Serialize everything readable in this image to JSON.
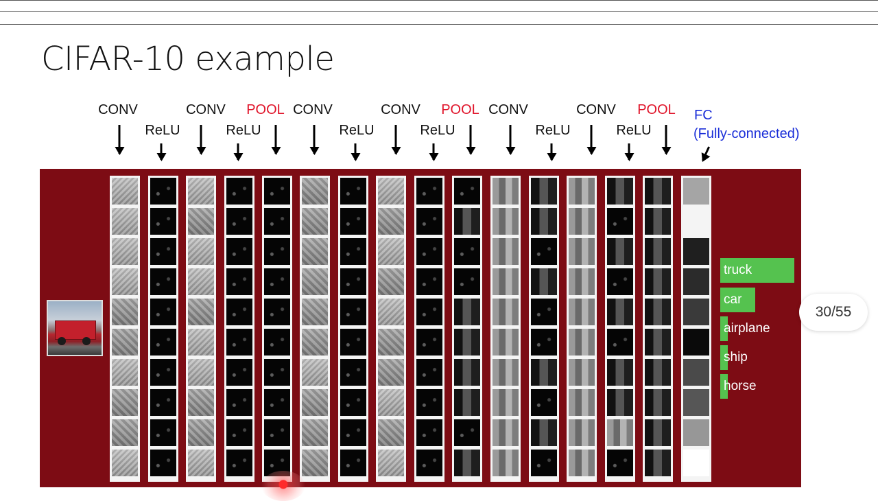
{
  "slide": {
    "title": "CIFAR-10 example",
    "page_indicator": "30/55"
  },
  "layers_top": [
    "CONV",
    "CONV",
    "POOL",
    "CONV",
    "CONV",
    "POOL",
    "CONV",
    "CONV",
    "POOL"
  ],
  "layers_relu": [
    "ReLU",
    "ReLU",
    "ReLU",
    "ReLU",
    "ReLU",
    "ReLU"
  ],
  "fc": {
    "label": "FC",
    "sublabel": "(Fully-connected)"
  },
  "classes": [
    {
      "label": "truck",
      "score": 1.0
    },
    {
      "label": "car",
      "score": 0.47
    },
    {
      "label": "airplane",
      "score": 0.1
    },
    {
      "label": "ship",
      "score": 0.1
    },
    {
      "label": "horse",
      "score": 0.1
    }
  ],
  "colors": {
    "panel": "#7d0c14",
    "pool_label": "#e0142a",
    "fc_label": "#1a2ed8",
    "bar": "#55c24f"
  }
}
